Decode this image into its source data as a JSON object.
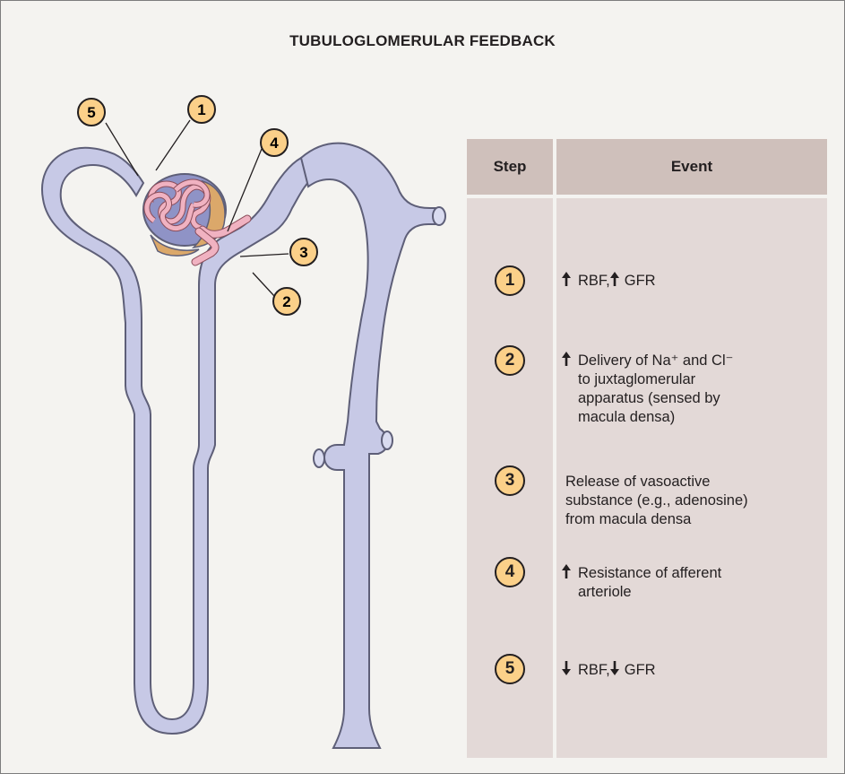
{
  "title": "TUBULOGLOMERULAR FEEDBACK",
  "colors": {
    "tubule_fill": "#c9cbe6",
    "tubule_stroke": "#5e5f78",
    "capillary": "#f0b2c1",
    "bowman_capsule": "#8f93c6",
    "juxta_cells": "#dba86a",
    "badge": "#fbd089",
    "table_header": "#cfc0bb",
    "table_body": "#e3d9d7"
  },
  "callouts": {
    "label_1": "1",
    "label_2": "2",
    "label_3": "3",
    "label_4": "4",
    "label_5": "5"
  },
  "table": {
    "header_step": "Step",
    "header_event": "Event",
    "rows": [
      {
        "step": "1",
        "arrow": "up",
        "text_a": "RBF, ",
        "arrow2": "up",
        "text_b": "GFR"
      },
      {
        "step": "2",
        "arrow": "up",
        "text": "Delivery of Na⁺ and Cl⁻\nto juxtaglomerular\napparatus (sensed by\nmacula densa)"
      },
      {
        "step": "3",
        "arrow": "none",
        "text": "Release of vasoactive\nsubstance (e.g., adenosine)\nfrom macula densa"
      },
      {
        "step": "4",
        "arrow": "up",
        "text": "Resistance of afferent\narteriole"
      },
      {
        "step": "5",
        "arrow": "down",
        "text_a": "RBF, ",
        "arrow2": "down",
        "text_b": "GFR"
      }
    ]
  }
}
